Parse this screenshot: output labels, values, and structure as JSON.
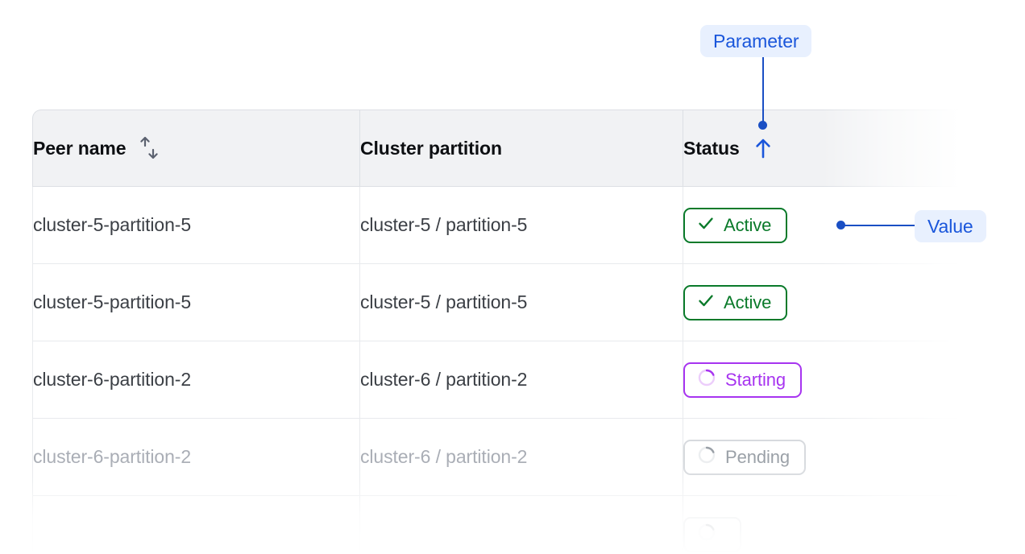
{
  "table": {
    "columns": [
      {
        "label": "Peer name",
        "sort_icon": "sort-both-icon",
        "sort_state": "none"
      },
      {
        "label": "Cluster partition",
        "sort_icon": "",
        "sort_state": "none"
      },
      {
        "label": "Status",
        "sort_icon": "arrow-up-icon",
        "sort_state": "ascending"
      }
    ],
    "rows": [
      {
        "peer_name": "cluster-5-partition-5",
        "cluster_partition": "cluster-5 / partition-5",
        "status": "Active",
        "status_kind": "active",
        "status_icon": "check-icon",
        "muted": false
      },
      {
        "peer_name": "cluster-5-partition-5",
        "cluster_partition": "cluster-5 / partition-5",
        "status": "Active",
        "status_kind": "active",
        "status_icon": "check-icon",
        "muted": false
      },
      {
        "peer_name": "cluster-6-partition-2",
        "cluster_partition": "cluster-6 / partition-2",
        "status": "Starting",
        "status_kind": "starting",
        "status_icon": "spinner-icon",
        "muted": false
      },
      {
        "peer_name": "cluster-6-partition-2",
        "cluster_partition": "cluster-6 / partition-2",
        "status": "Pending",
        "status_kind": "pending",
        "status_icon": "spinner-icon",
        "muted": true
      },
      {
        "peer_name": "",
        "cluster_partition": "",
        "status": "",
        "status_kind": "pending",
        "status_icon": "spinner-icon",
        "muted": true
      }
    ]
  },
  "annotations": {
    "parameter": {
      "label": "Parameter",
      "target": "status-column-header"
    },
    "value": {
      "label": "Value",
      "target": "status-badge-row-1"
    }
  },
  "colors": {
    "accent_blue": "#1a56db",
    "annotation_line": "#1a4fc4",
    "callout_bg": "#e8f0fe",
    "active_green": "#0a7a2a",
    "starting_purple": "#a734f0",
    "pending_gray": "#9aa0a7",
    "header_bg": "#f1f2f4",
    "border": "#dcdfe4",
    "row_border": "#e8eaed",
    "text": "#3b3f45",
    "text_muted": "#a9adb5",
    "header_text": "#0d0f12"
  }
}
